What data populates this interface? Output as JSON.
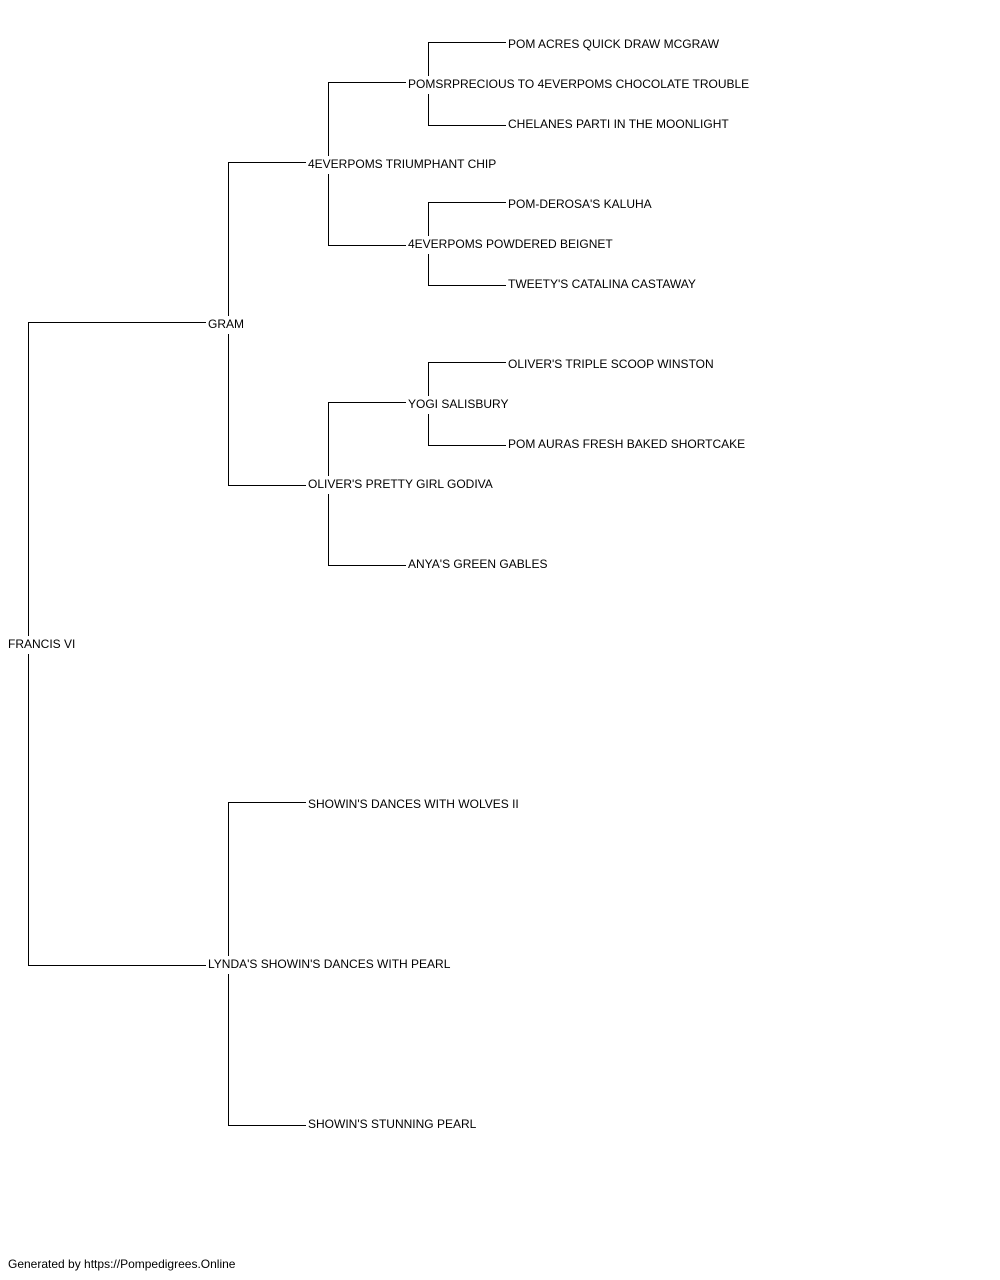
{
  "pedigree": {
    "subject": "FRANCIS VI",
    "sire": "GRAM",
    "dam": "LYNDA'S SHOWIN'S DANCES WITH PEARL",
    "sire_sire": "4EVERPOMS TRIUMPHANT CHIP",
    "sire_dam": "OLIVER'S PRETTY GIRL GODIVA",
    "dam_sire": "SHOWIN'S DANCES WITH WOLVES II",
    "dam_dam": "SHOWIN'S STUNNING PEARL",
    "sss": "POMSRPRECIOUS TO 4EVERPOMS CHOCOLATE TROUBLE",
    "ssd": "4EVERPOMS POWDERED BEIGNET",
    "sds": "YOGI SALISBURY",
    "sdd": "ANYA'S GREEN GABLES",
    "ssss": "POM ACRES QUICK DRAW MCGRAW",
    "sssd": "CHELANES PARTI IN THE MOONLIGHT",
    "ssds": "POM-DEROSA'S KALUHA",
    "ssdd": "TWEETY'S CATALINA CASTAWAY",
    "sdss": "OLIVER'S TRIPLE SCOOP WINSTON",
    "sdsd": "POM AURAS FRESH BAKED SHORTCAKE"
  },
  "footer": "Generated by https://Pompedigrees.Online",
  "colors": {
    "line": "#000000",
    "text": "#000000",
    "background": "#ffffff"
  }
}
